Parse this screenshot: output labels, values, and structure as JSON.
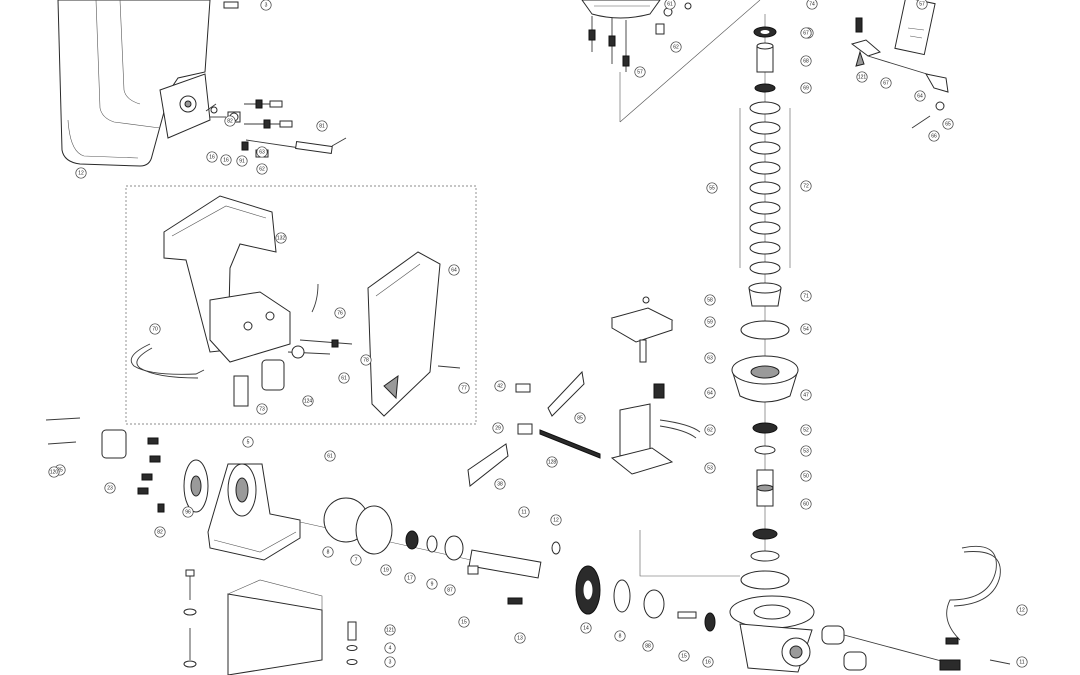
{
  "diagram": {
    "part_labels": [
      "3",
      "12",
      "16",
      "16",
      "91",
      "62",
      "63",
      "81",
      "82",
      "132",
      "64",
      "76",
      "78",
      "61",
      "124",
      "73",
      "77",
      "70",
      "74",
      "141",
      "62",
      "61",
      "57",
      "57",
      "121",
      "67",
      "64",
      "65",
      "66",
      "67",
      "68",
      "69",
      "55",
      "72",
      "71",
      "54",
      "47",
      "52",
      "53",
      "50",
      "60",
      "58",
      "59",
      "63",
      "64",
      "62",
      "53",
      "42",
      "85",
      "38",
      "29",
      "128",
      "5",
      "25",
      "23",
      "96",
      "82",
      "61",
      "8",
      "7",
      "19",
      "17",
      "9",
      "87",
      "11",
      "12",
      "15",
      "13",
      "14",
      "8",
      "88",
      "15",
      "16",
      "12",
      "11",
      "120",
      "121",
      "4",
      "3"
    ],
    "connection_lines": "dashed"
  }
}
